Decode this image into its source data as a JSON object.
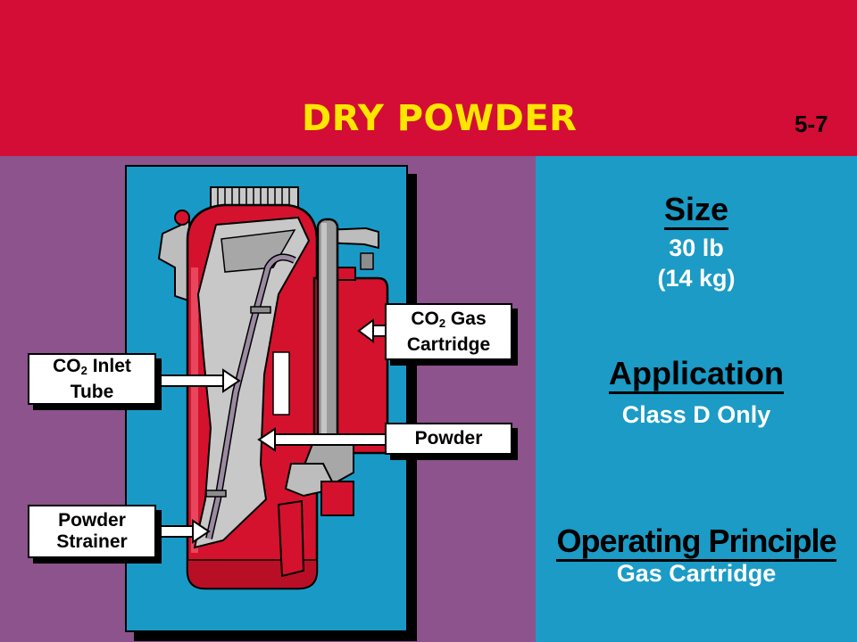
{
  "header": {
    "title": "DRY POWDER",
    "slide_number": "5-7"
  },
  "callouts": {
    "co2_gas_cartridge": {
      "line1_prefix": "CO",
      "line1_sub": "2",
      "line1_suffix": " Gas",
      "line2": "Cartridge"
    },
    "co2_inlet_tube": {
      "line1_prefix": "CO",
      "line1_sub": "2",
      "line1_suffix": " Inlet",
      "line2": "Tube"
    },
    "powder": {
      "label": "Powder"
    },
    "powder_strainer": {
      "line1": "Powder",
      "line2": "Strainer"
    }
  },
  "specs": {
    "size_heading": "Size",
    "size_value_1": "30 lb",
    "size_value_2": "(14 kg)",
    "application_heading": "Application",
    "application_value": "Class D Only",
    "operating_heading": "Operating Principle",
    "operating_value": "Gas Cartridge"
  },
  "colors": {
    "banner": "#d30d35",
    "title": "#ffe600",
    "left_panel": "#8c538c",
    "right_panel": "#1b9bc6",
    "extinguisher_red": "#d4122d"
  }
}
